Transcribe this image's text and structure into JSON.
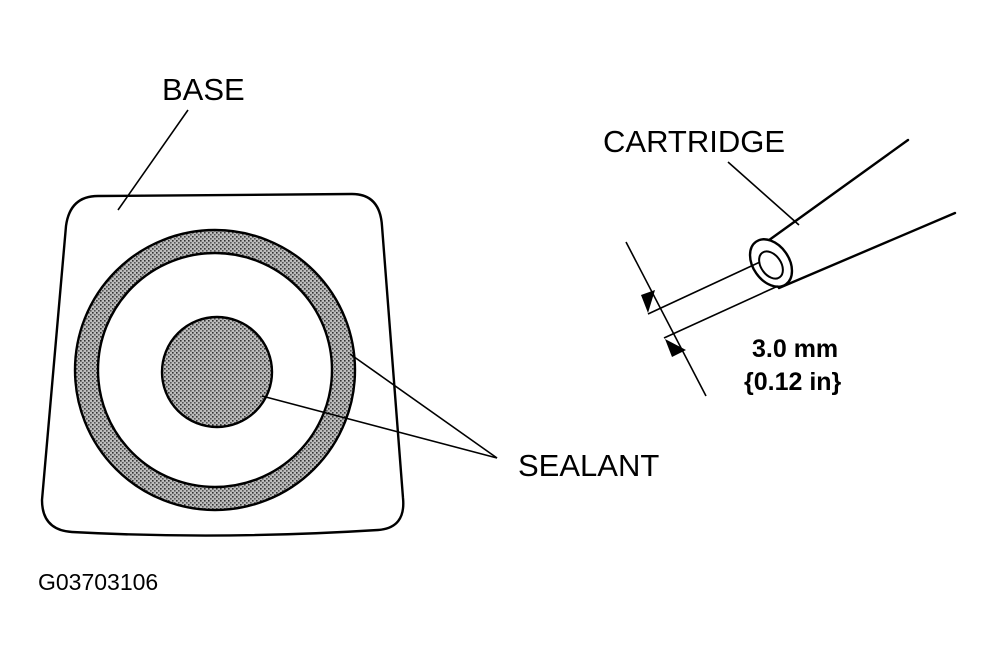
{
  "labels": {
    "base": "BASE",
    "cartridge": "CARTRIDGE",
    "sealant": "SEALANT",
    "dimension_mm": "3.0 mm",
    "dimension_in": "{0.12 in}",
    "figure_code": "G03703106"
  },
  "colors": {
    "line": "#000000",
    "sealant_fill": "#9a9a9a",
    "background": "#ffffff"
  }
}
